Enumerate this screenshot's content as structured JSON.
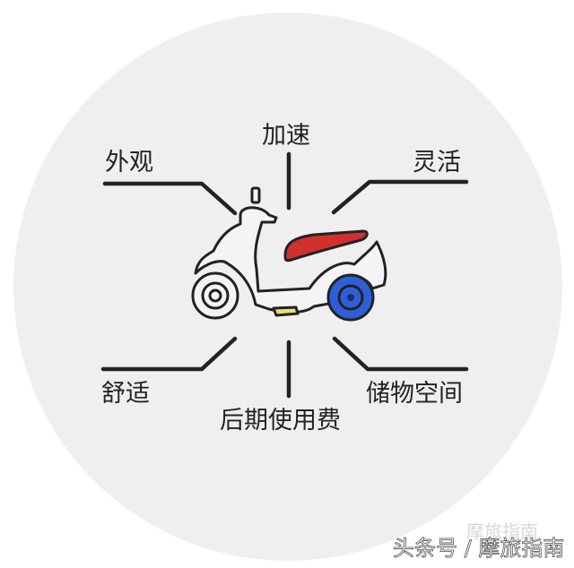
{
  "diagram": {
    "labels": {
      "appearance": "外观",
      "acceleration": "加速",
      "agility": "灵活",
      "comfort": "舒适",
      "running_cost": "后期使用费",
      "storage": "储物空间"
    },
    "colors": {
      "background_circle": "#efefef",
      "seat": "#d0312d",
      "rear_wheel": "#2f5fd8",
      "body": "#f4f4f4",
      "footboard_light": "#e8e070"
    }
  },
  "watermark": {
    "logo_text": "摩旅指南",
    "caption": "头条号 / 摩旅指南"
  }
}
